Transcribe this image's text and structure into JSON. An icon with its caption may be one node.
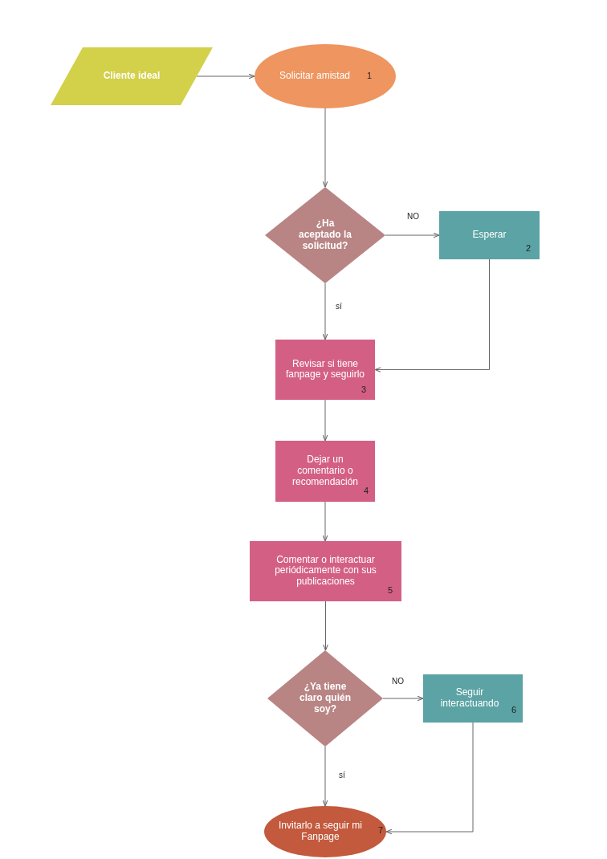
{
  "diagram": {
    "nodes": [
      {
        "text": [
          "Cliente ideal"
        ]
      },
      {
        "text": [
          "Solicitar amistad",
          "1"
        ]
      },
      {
        "text": [
          "¿Ha aceptado la solicitud?"
        ]
      },
      {
        "text": [
          "Esperar",
          "2"
        ]
      },
      {
        "text": [
          "Revisar si tiene fanpage y seguirlo",
          "3"
        ]
      },
      {
        "text": [
          "Dejar un comentario o recomendación",
          "4"
        ]
      },
      {
        "text": [
          "Comentar o interactuar periódicamente con sus publicaciones",
          "5"
        ]
      },
      {
        "text": [
          "¿Ya tiene claro quién soy?"
        ]
      },
      {
        "text": [
          "Seguir interactuando",
          "6"
        ]
      },
      {
        "text": [
          "Invitarlo a seguir mi Fanpage",
          "7"
        ]
      }
    ],
    "edges": [
      {
        "from": 0,
        "to": 1,
        "arrow": "to"
      },
      {
        "from": 1,
        "to": 2,
        "arrow": "to"
      },
      {
        "from": 2,
        "to": 3,
        "arrow": "to",
        "label": "NO"
      },
      {
        "from": 2,
        "to": 4,
        "arrow": "to",
        "label": "sí"
      },
      {
        "from": 3,
        "to": 4,
        "arrow": "to"
      },
      {
        "from": 4,
        "to": 5,
        "arrow": "to"
      },
      {
        "from": 5,
        "to": 6,
        "arrow": "to"
      },
      {
        "from": 6,
        "to": 7,
        "arrow": "to"
      },
      {
        "from": 7,
        "to": 8,
        "arrow": "to",
        "label": "NO"
      },
      {
        "from": 7,
        "to": 9,
        "arrow": "to",
        "label": "sí"
      },
      {
        "from": 8,
        "to": 9,
        "arrow": "to"
      }
    ]
  }
}
